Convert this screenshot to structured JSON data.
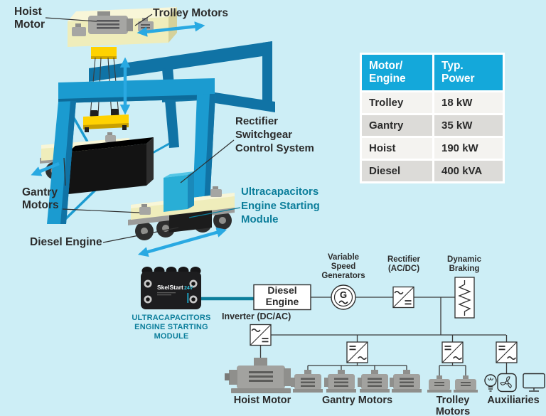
{
  "colors": {
    "background": "#cdeef6",
    "table_header_blue": "#14a8da",
    "teal_accent": "#0c7e9b",
    "arrow_blue": "#29a9e2",
    "crane_blue": "#1b9bd0"
  },
  "crane": {
    "labels": {
      "hoist_motor": "Hoist\nMotor",
      "trolley_motors": "Trolley Motors",
      "rectifier_switchgear": "Rectifier\nSwitchgear\nControl System",
      "ultracapacitors": "Ultracapacitors\nEngine Starting\nModule",
      "gantry_motors": "Gantry\nMotors",
      "diesel_engine": "Diesel Engine"
    }
  },
  "table": {
    "headers": [
      "Motor/\nEngine",
      "Typ.\nPower"
    ],
    "rows": [
      [
        "Trolley",
        "18 kW"
      ],
      [
        "Gantry",
        "35 kW"
      ],
      [
        "Hoist",
        "190 kW"
      ],
      [
        "Diesel",
        "400 kVA"
      ]
    ]
  },
  "schematic": {
    "module": {
      "brand": "SkelStart",
      "badge": "24V",
      "caption": "ULTRACAPACITORS\nENGINE STARTING\nMODULE"
    },
    "labels": {
      "diesel_engine": "Diesel\nEngine",
      "generators": "Variable\nSpeed\nGenerators",
      "generator_symbol": "G",
      "rectifier": "Rectifier\n(AC/DC)",
      "dynamic_braking": "Dynamic\nBraking",
      "inverter": "Inverter (DC/AC)",
      "hoist_motor": "Hoist Motor",
      "gantry_motors": "Gantry Motors",
      "trolley_motors": "Trolley\nMotors",
      "auxiliaries": "Auxiliaries"
    }
  }
}
